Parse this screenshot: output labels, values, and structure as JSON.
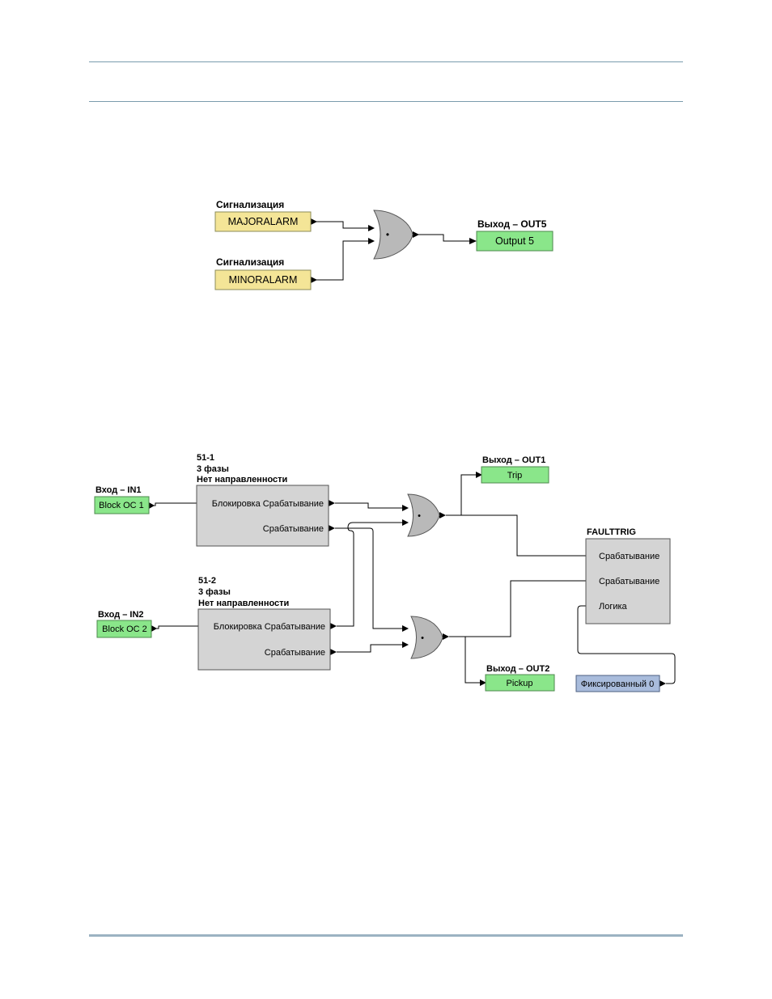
{
  "diagram1": {
    "majoralarm": {
      "heading": "Сигнализация",
      "label": "MAJORALARM"
    },
    "minoralarm": {
      "heading": "Сигнализация",
      "label": "MINORALARM"
    },
    "or_gate": {
      "symbol": "•"
    },
    "out5": {
      "heading": "Выход – OUT5",
      "label": "Output 5"
    }
  },
  "diagram2": {
    "in1": {
      "heading": "Вход – IN1",
      "label": "Block OC 1"
    },
    "in2": {
      "heading": "Вход – IN2",
      "label": "Block OC 2"
    },
    "elem51_1": {
      "title": "51-1",
      "line2": "3 фазы",
      "line3": "Нет направленности",
      "port_block_trip": "Блокировка Срабатывание",
      "port_trip": "Срабатывание"
    },
    "elem51_2": {
      "title": "51-2",
      "line2": "3 фазы",
      "line3": "Нет направленности",
      "port_block_trip": "Блокировка Срабатывание",
      "port_trip": "Срабатывание"
    },
    "or_gate_top": {
      "symbol": "•"
    },
    "or_gate_bottom": {
      "symbol": "•"
    },
    "out1": {
      "heading": "Выход – OUT1",
      "label": "Trip"
    },
    "out2": {
      "heading": "Выход – OUT2",
      "label": "Pickup"
    },
    "faulttrig": {
      "title": "FAULTTRIG",
      "port1": "Срабатывание",
      "port2": "Срабатывание",
      "port3": "Логика"
    },
    "fixed0": {
      "label": "Фиксированный 0"
    }
  },
  "colors": {
    "alarm_fill": "#f4e597",
    "alarm_stroke": "#8c8c5a",
    "io_fill": "#8ae68a",
    "io_stroke": "#4d8a4d",
    "block_fill": "#d4d4d4",
    "block_stroke": "#555555",
    "gate_fill": "#b9b9b9",
    "gate_stroke": "#555555",
    "fixed_fill": "#a9bcdc",
    "fixed_stroke": "#4d5f80",
    "rule": "#7a9cad"
  }
}
